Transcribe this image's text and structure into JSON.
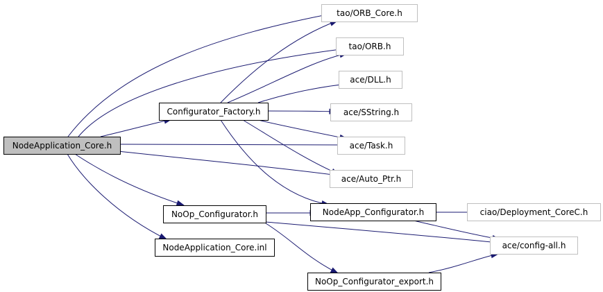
{
  "diagram": {
    "nodes": {
      "nodeapp_core_h": {
        "label": "NodeApplication_Core.h",
        "documented": true,
        "selected": true
      },
      "configurator_factory_h": {
        "label": "Configurator_Factory.h",
        "documented": true,
        "selected": false
      },
      "noop_configurator_h": {
        "label": "NoOp_Configurator.h",
        "documented": true,
        "selected": false
      },
      "nodeapp_core_inl": {
        "label": "NodeApplication_Core.inl",
        "documented": true,
        "selected": false
      },
      "tao_orb_core_h": {
        "label": "tao/ORB_Core.h",
        "documented": false,
        "selected": false
      },
      "tao_orb_h": {
        "label": "tao/ORB.h",
        "documented": false,
        "selected": false
      },
      "ace_dll_h": {
        "label": "ace/DLL.h",
        "documented": false,
        "selected": false
      },
      "ace_sstring_h": {
        "label": "ace/SString.h",
        "documented": false,
        "selected": false
      },
      "ace_task_h": {
        "label": "ace/Task.h",
        "documented": false,
        "selected": false
      },
      "ace_auto_ptr_h": {
        "label": "ace/Auto_Ptr.h",
        "documented": false,
        "selected": false
      },
      "nodeapp_configurator_h": {
        "label": "NodeApp_Configurator.h",
        "documented": true,
        "selected": false
      },
      "ciao_deployment_corec_h": {
        "label": "ciao/Deployment_CoreC.h",
        "documented": false,
        "selected": false
      },
      "ace_config_all_h": {
        "label": "ace/config-all.h",
        "documented": false,
        "selected": false
      },
      "noop_configurator_export_h": {
        "label": "NoOp_Configurator_export.h",
        "documented": true,
        "selected": false
      }
    },
    "edges": [
      [
        "nodeapp_core_h",
        "tao_orb_core_h"
      ],
      [
        "nodeapp_core_h",
        "tao_orb_h"
      ],
      [
        "nodeapp_core_h",
        "configurator_factory_h"
      ],
      [
        "nodeapp_core_h",
        "ace_task_h"
      ],
      [
        "nodeapp_core_h",
        "ace_auto_ptr_h"
      ],
      [
        "nodeapp_core_h",
        "noop_configurator_h"
      ],
      [
        "nodeapp_core_h",
        "nodeapp_core_inl"
      ],
      [
        "configurator_factory_h",
        "tao_orb_core_h"
      ],
      [
        "configurator_factory_h",
        "tao_orb_h"
      ],
      [
        "configurator_factory_h",
        "ace_dll_h"
      ],
      [
        "configurator_factory_h",
        "ace_sstring_h"
      ],
      [
        "configurator_factory_h",
        "ace_task_h"
      ],
      [
        "configurator_factory_h",
        "ace_auto_ptr_h"
      ],
      [
        "configurator_factory_h",
        "nodeapp_configurator_h"
      ],
      [
        "noop_configurator_h",
        "nodeapp_configurator_h"
      ],
      [
        "noop_configurator_h",
        "ace_config_all_h"
      ],
      [
        "noop_configurator_h",
        "noop_configurator_export_h"
      ],
      [
        "nodeapp_configurator_h",
        "ciao_deployment_corec_h"
      ],
      [
        "nodeapp_configurator_h",
        "ace_config_all_h"
      ],
      [
        "noop_configurator_export_h",
        "ace_config_all_h"
      ]
    ],
    "colors": {
      "edge": "#191970",
      "selected_fill": "#bfbfbf",
      "documented_border": "#000000",
      "undocumented_border": "#bfbfbf",
      "node_fill": "#ffffff",
      "text": "#000000"
    }
  }
}
